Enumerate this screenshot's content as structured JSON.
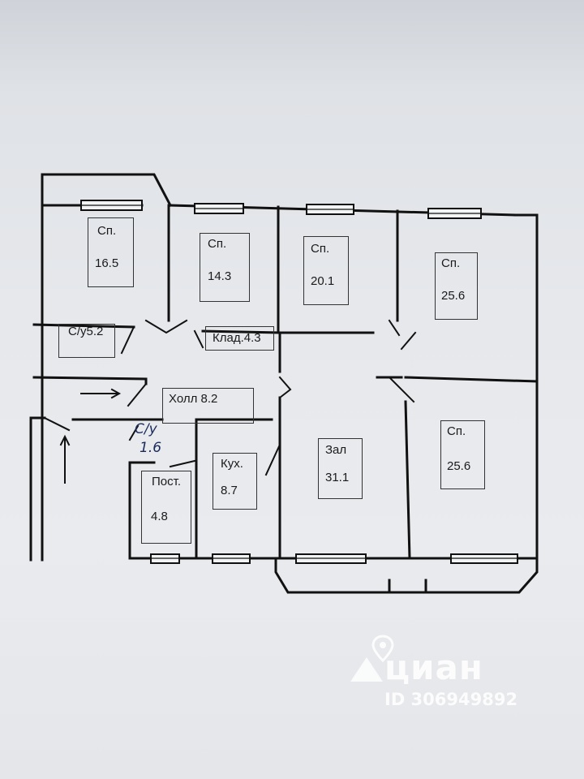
{
  "rooms": [
    {
      "id": "bedroom-1",
      "name": "Сп.",
      "area": "16.5"
    },
    {
      "id": "bedroom-2",
      "name": "Сп.",
      "area": "14.3"
    },
    {
      "id": "bedroom-3",
      "name": "Сп.",
      "area": "20.1"
    },
    {
      "id": "bedroom-4",
      "name": "Сп.",
      "area": "25.6"
    },
    {
      "id": "bedroom-5",
      "name": "Сп.",
      "area": "25.6"
    },
    {
      "id": "bathroom",
      "label": "С/у5.2"
    },
    {
      "id": "storage",
      "label": "Клад.4.3"
    },
    {
      "id": "hall",
      "label": "Холл 8.2"
    },
    {
      "id": "wc",
      "label_top": "С/у",
      "label_bottom": "1.6"
    },
    {
      "id": "laundry",
      "name": "Пост.",
      "area": "4.8"
    },
    {
      "id": "kitchen",
      "name": "Кух.",
      "area": "8.7"
    },
    {
      "id": "living",
      "name": "Зал",
      "area": "31.1"
    }
  ],
  "watermark": {
    "brand": "циан",
    "id_text": "ID 306949892",
    "icon": "location-pin-icon"
  },
  "colors": {
    "wall": "#111111",
    "paper": "#e6e8ec",
    "ink": "#1c2b5c"
  }
}
